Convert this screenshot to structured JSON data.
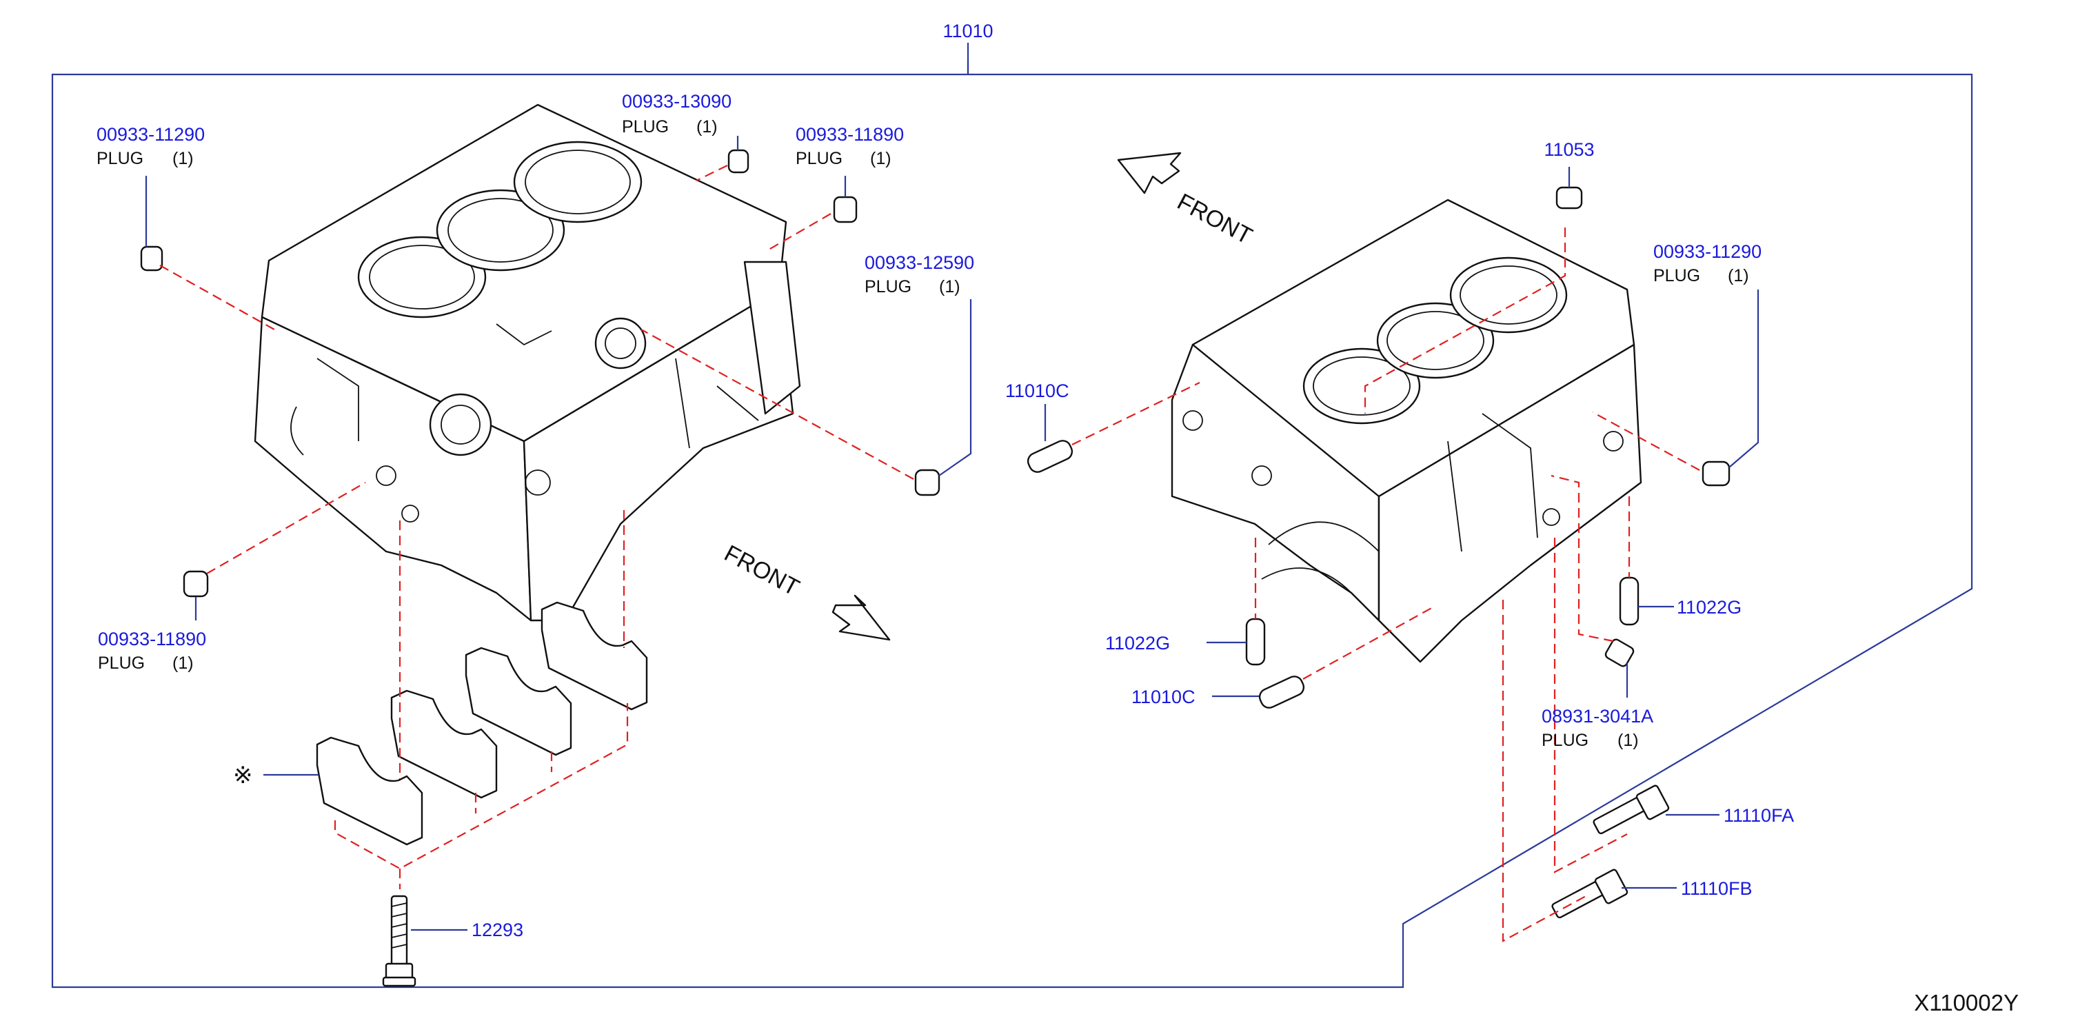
{
  "diagram_code": "X110002Y",
  "front_label": "FRONT",
  "assembly": {
    "part_no": "11010"
  },
  "callouts": [
    {
      "id": "plug-l1",
      "part_no": "00933-11290",
      "desc": "PLUG",
      "qty": "(1)"
    },
    {
      "id": "plug-l2",
      "part_no": "00933-13090",
      "desc": "PLUG",
      "qty": "(1)"
    },
    {
      "id": "plug-l3",
      "part_no": "00933-11890",
      "desc": "PLUG",
      "qty": "(1)"
    },
    {
      "id": "plug-l4",
      "part_no": "00933-12590",
      "desc": "PLUG",
      "qty": "(1)"
    },
    {
      "id": "plug-l5",
      "part_no": "00933-11890",
      "desc": "PLUG",
      "qty": "(1)"
    },
    {
      "id": "plug-r1",
      "part_no": "00933-11290",
      "desc": "PLUG",
      "qty": "(1)"
    },
    {
      "id": "plug-r2",
      "part_no": "08931-3041A",
      "desc": "PLUG",
      "qty": "(1)"
    }
  ],
  "labels": {
    "cap_set": "※",
    "bolt_12293": "12293",
    "p11053": "11053",
    "p11010c_top": "11010C",
    "p11010c_bottom": "11010C",
    "p11022g_left": "11022G",
    "p11022g_right": "11022G",
    "p11110fa": "11110FA",
    "p11110fb": "11110FB"
  }
}
